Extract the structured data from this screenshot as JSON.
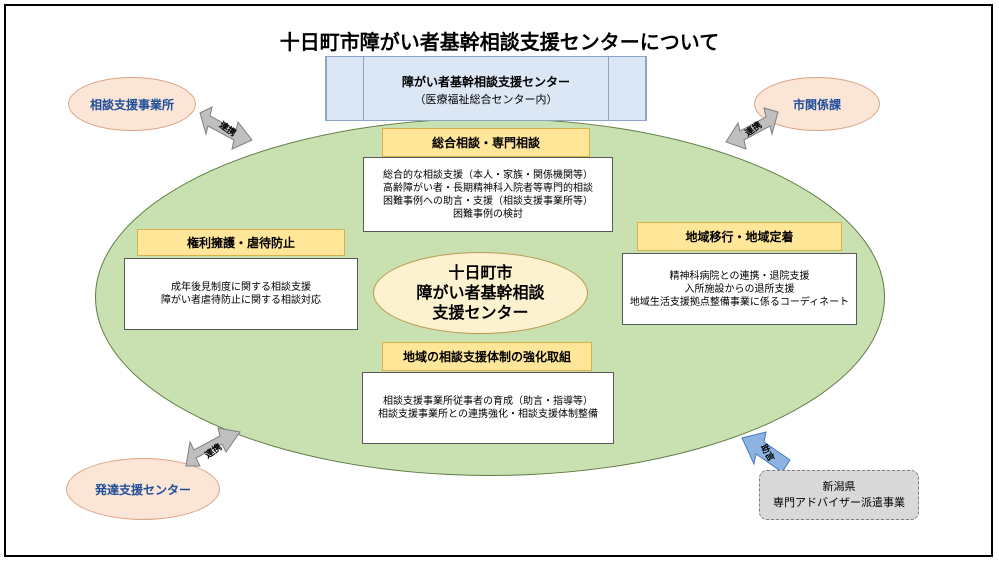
{
  "title": "十日町市障がい者基幹相談支援センターについて",
  "center_block": {
    "name": "障がい者基幹相談支援センター",
    "sub": "（医療福祉総合センター内）"
  },
  "peach_left_top": "相談支援事業所",
  "peach_right_top": "市関係課",
  "peach_left_bottom": "発達支援センター",
  "arrows": {
    "renkei": "連携",
    "joshin": "助言"
  },
  "center": {
    "line1": "十日町市",
    "line2": "障がい者基幹相談",
    "line3": "支援センター"
  },
  "sections": {
    "general": {
      "label": "総合相談・専門相談",
      "lines": [
        "総合的な相談支援（本人・家族・関係機関等）",
        "高齢障がい者・長期精神科入院者等専門的相談",
        "困難事例への助言・支援（相談支援事業所等）",
        "困難事例の検討"
      ]
    },
    "rights": {
      "label": "権利擁護・虐待防止",
      "lines": [
        "成年後見制度に関する相談支援",
        "障がい者虐待防止に関する相談対応"
      ]
    },
    "transition": {
      "label": "地域移行・地域定着",
      "lines": [
        "精神科病院との連携・退院支援",
        "入所施設からの退所支援",
        "地域生活支援拠点整備事業に係るコーディネート"
      ]
    },
    "strengthen": {
      "label": "地域の相談支援体制の強化取組",
      "lines": [
        "相談支援事業所従事者の育成（助言・指導等）",
        "相談支援事業所との連携強化・相談支援体制整備"
      ]
    }
  },
  "prefecture": {
    "line1": "新潟県",
    "line2": "専門アドバイザー派遣事業"
  },
  "colors": {
    "green": "#c9e0b0",
    "peach": "#fbe5d6",
    "yellow": "#ffe699",
    "blue_block": "#dbe7f5",
    "arrow_gray": "#bfbfbf",
    "arrow_blue": "#8db3e2"
  }
}
